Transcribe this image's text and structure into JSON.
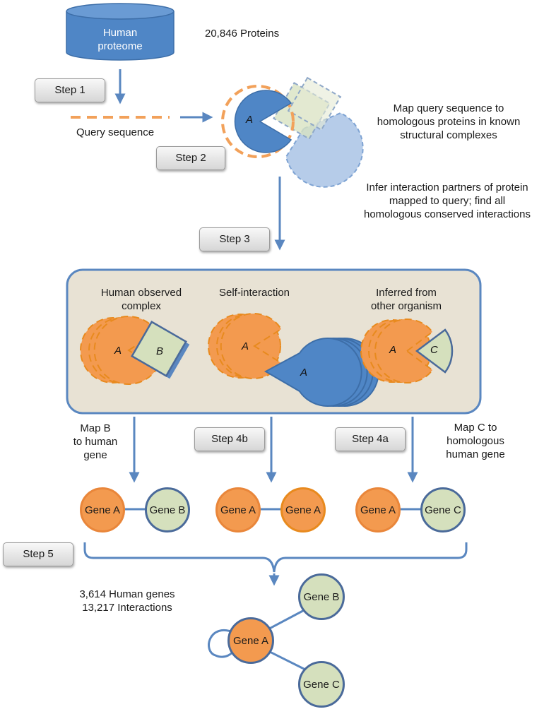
{
  "header": {
    "db_label": "Human\nproteome",
    "protein_count": "20,846 Proteins",
    "query_sequence": "Query sequence",
    "map_query_text": "Map query sequence to\nhomologous proteins in known\nstructural complexes",
    "infer_text": "Infer interaction partners of protein\nmapped to query; find all\nhomologous conserved interactions"
  },
  "steps": {
    "step1": "Step 1",
    "step2": "Step 2",
    "step3": "Step 3",
    "step4b": "Step 4b",
    "step4a": "Step 4a",
    "step5": "Step 5"
  },
  "panel": {
    "col1_title": "Human observed\ncomplex",
    "col2_title": "Self-interaction",
    "col3_title": "Inferred from\nother organism"
  },
  "protein_letters": {
    "a": "A",
    "b": "B",
    "c": "C"
  },
  "mapping": {
    "map_b": "Map B\nto human\ngene",
    "map_c": "Map C to\nhomologous\nhuman gene"
  },
  "genes": {
    "gene_a": "Gene A",
    "gene_b": "Gene B",
    "gene_c": "Gene C"
  },
  "summary": {
    "human_genes": "3,614 Human genes",
    "interactions": "13,217 Interactions"
  },
  "colors": {
    "blue": "#4f86c6",
    "orange": "#f39a4f",
    "green": "#d5e0bd",
    "panel_bg": "#e8e2d4"
  }
}
